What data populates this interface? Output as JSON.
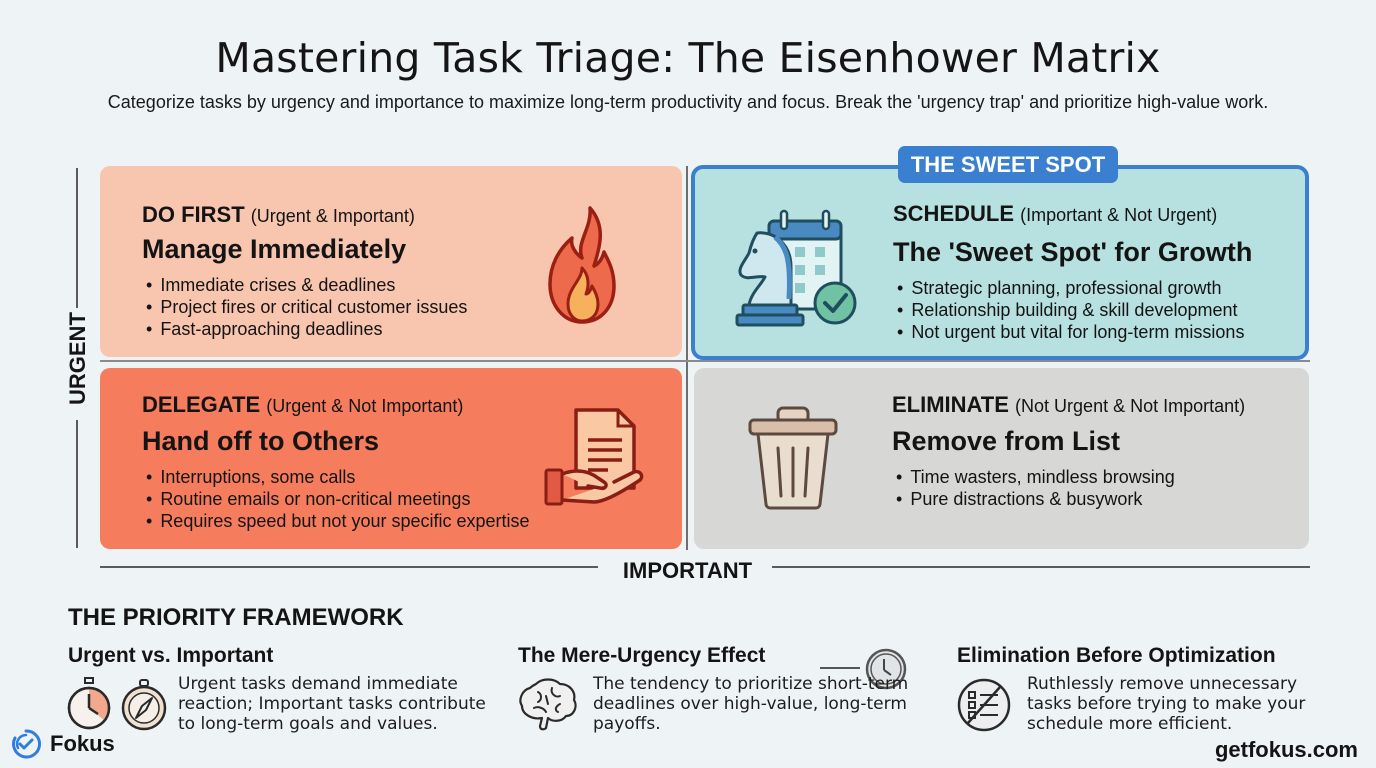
{
  "header": {
    "title": "Mastering Task Triage: The Eisenhower Matrix",
    "subtitle": "Categorize tasks by urgency and importance to maximize long-term productivity and focus. Break the 'urgency trap' and prioritize high-value work."
  },
  "axes": {
    "vertical_label": "URGENT",
    "horizontal_label": "IMPORTANT"
  },
  "matrix": {
    "do_first": {
      "label": "DO FIRST",
      "qualifier": "(Urgent & Important)",
      "title": "Manage Immediately",
      "items": [
        "Immediate crises & deadlines",
        "Project fires or critical customer issues",
        "Fast-approaching deadlines"
      ],
      "icon": "fire-icon",
      "color": "#f8c5af"
    },
    "schedule": {
      "badge": "THE SWEET SPOT",
      "label": "SCHEDULE",
      "qualifier": "(Important & Not Urgent)",
      "title": "The 'Sweet Spot' for Growth",
      "items": [
        "Strategic planning, professional growth",
        "Relationship building & skill development",
        "Not urgent but vital for long-term missions"
      ],
      "icon": "chess-knight-calendar-icon",
      "color": "#b7e0e0",
      "accent": "#3a7fd0"
    },
    "delegate": {
      "label": "DELEGATE",
      "qualifier": "(Urgent & Not Important)",
      "title": "Hand off to Others",
      "items": [
        "Interruptions, some calls",
        "Routine emails or non-critical meetings",
        "Requires speed but not your specific expertise"
      ],
      "icon": "hand-document-icon",
      "color": "#f57c5c"
    },
    "eliminate": {
      "label": "ELIMINATE",
      "qualifier": "(Not Urgent & Not Important)",
      "title": "Remove from List",
      "items": [
        "Time wasters, mindless browsing",
        "Pure distractions & busywork"
      ],
      "icon": "trash-can-icon",
      "color": "#d7d7d6"
    }
  },
  "framework": {
    "title": "THE PRIORITY FRAMEWORK",
    "columns": [
      {
        "title": "Urgent vs. Important",
        "text": "Urgent tasks demand immediate reaction; Important tasks contribute to long-term goals and values.",
        "icons": [
          "stopwatch-icon",
          "compass-icon"
        ]
      },
      {
        "title": "The Mere-Urgency Effect",
        "text": "The tendency to prioritize short-term deadlines over high-value, long-term payoffs.",
        "icons": [
          "brain-icon",
          "clock-icon"
        ]
      },
      {
        "title": "Elimination Before Optimization",
        "text": "Ruthlessly remove unnecessary tasks before trying to make your schedule more efficient.",
        "icons": [
          "crossed-checklist-icon"
        ]
      }
    ]
  },
  "footer": {
    "brand": "Fokus",
    "website": "getfokus.com"
  }
}
